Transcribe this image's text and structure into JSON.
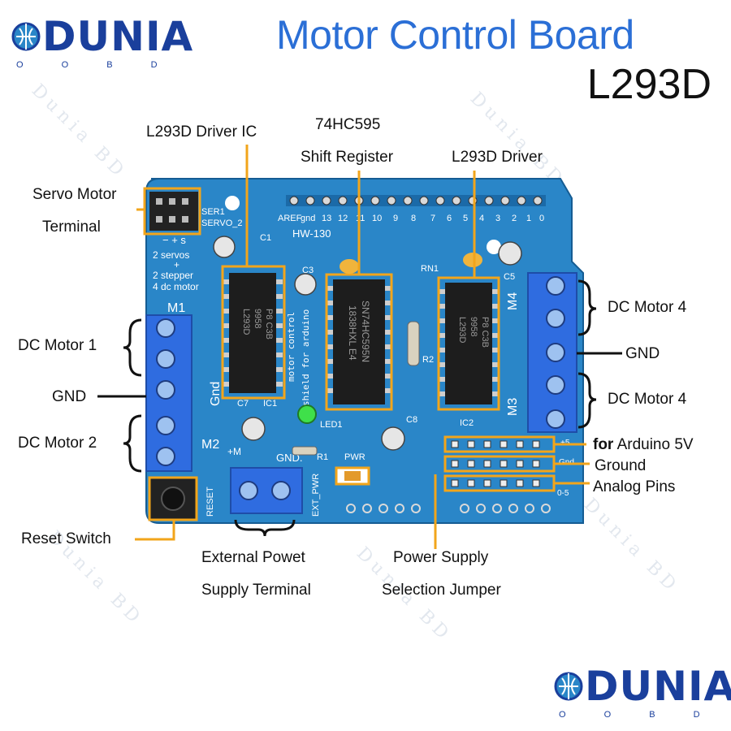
{
  "title": "Motor Control Board",
  "subtitle": "L293D",
  "logo": {
    "word": "DUNIA",
    "sub": "O O B D"
  },
  "watermark": "Dunia BD",
  "board": {
    "model": "HW-130",
    "header_digits": [
      "AREF",
      "gnd",
      "13",
      "12",
      "11",
      "10",
      "9",
      "8",
      "7",
      "6",
      "5",
      "4",
      "3",
      "2",
      "1",
      "0"
    ],
    "labels": {
      "ser1": "SER1",
      "servo2": "SERVO_2",
      "c1": "C1",
      "c3": "C3",
      "rn1": "RN1",
      "c5": "C5",
      "m1": "M1",
      "m2": "M2",
      "m3": "M3",
      "m4": "M4",
      "gnd": "Gnd",
      "c7": "C7",
      "ic1": "IC1",
      "led1": "LED1",
      "r1": "R1",
      "gnd2": "GND.",
      "pwr": "PWR",
      "c8": "C8",
      "ic2": "IC2",
      "r2": "R2",
      "reset": "RESET",
      "ext_pwr": "EXT_PWR",
      "plus_m": "+M",
      "gnd_pins": "Gnd",
      "five": "+5",
      "zero_five": "0-5"
    },
    "servo_info": [
      "2 servos",
      "+",
      "2 stepper",
      "4 dc motor"
    ],
    "servo_pins": "− + s",
    "chips": {
      "ic1": [
        "L293D",
        "9958",
        "P8 C3B"
      ],
      "ic3": [
        "1838HXL E4",
        "SN74HC595N"
      ],
      "ic2": [
        "L293D",
        "9958",
        "P8 C3B"
      ]
    },
    "silk": [
      "motor control",
      "shield for arduino"
    ]
  },
  "annotations": {
    "driver_ic_left": "L293D Driver IC",
    "shift_reg_1": "74HC595",
    "shift_reg_2": "Shift Register",
    "driver_right": "L293D Driver",
    "servo_1": "Servo Motor",
    "servo_2": "Terminal",
    "dc1": "DC Motor 1",
    "gnd_left": "GND",
    "dc2": "DC Motor 2",
    "dc4_top": "DC Motor 4",
    "gnd_right": "GND",
    "dc4_bottom": "DC Motor 4",
    "arduino_for": "for",
    "arduino_5v": "Arduino 5V",
    "ground": "Ground",
    "analog": "Analog Pins",
    "reset": "Reset Switch",
    "ext_1": "External Powet",
    "ext_2": "Supply Terminal",
    "psu_1": "Power Supply",
    "psu_2": "Selection Jumper"
  },
  "colors": {
    "board": "#2a86c8",
    "board_dark": "#1b6aa8",
    "terminal": "#2f6ce0",
    "chip": "#1d1d1d",
    "highlight": "#f2a51b",
    "title": "#2b6fd6",
    "logo": "#1a3f9c"
  }
}
